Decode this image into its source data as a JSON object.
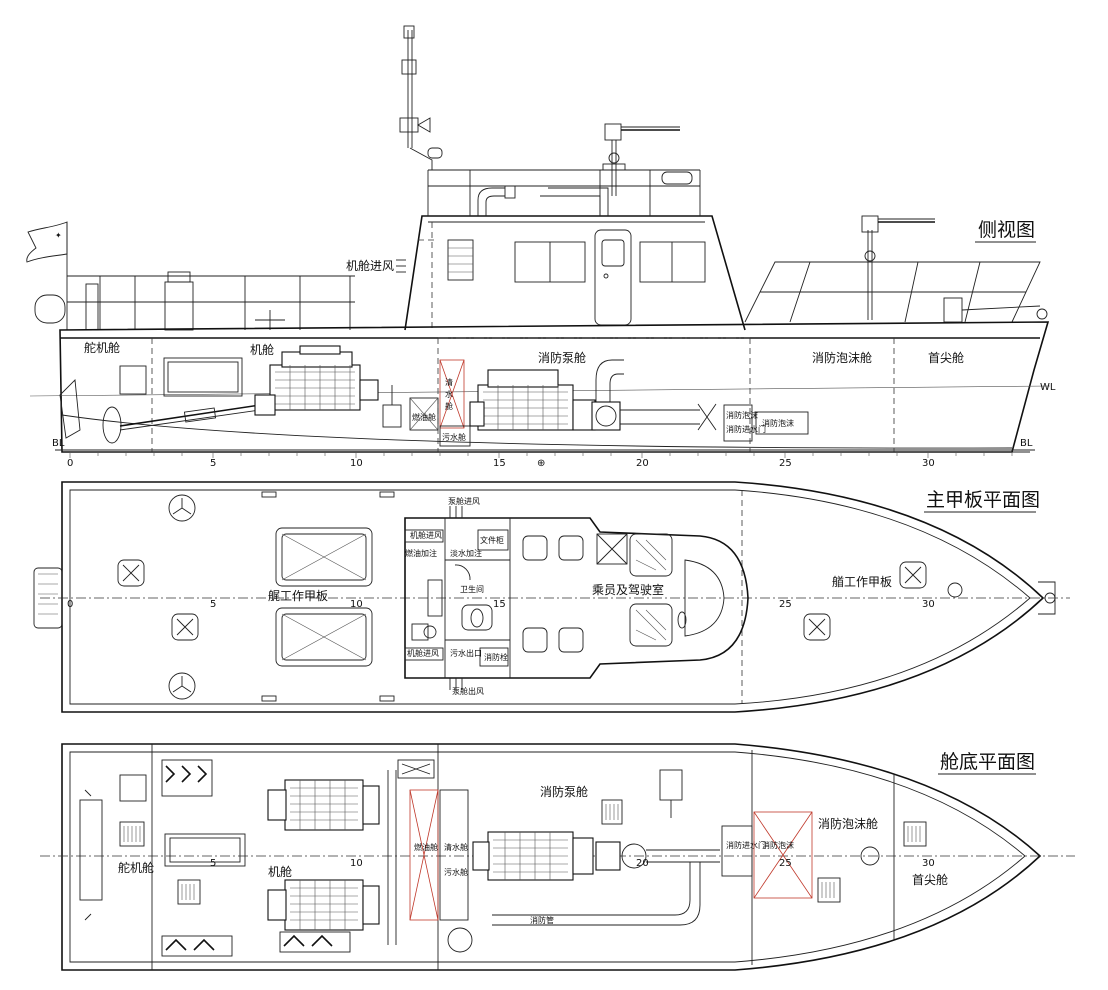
{
  "views": {
    "side": {
      "title": "侧视图"
    },
    "deck": {
      "title": "主甲板平面图"
    },
    "bottom": {
      "title": "舱底平面图"
    }
  },
  "side_labels": {
    "steering_room": "舵机舱",
    "engine_room": "机舱",
    "fire_pump_room": "消防泵舱",
    "foam_tank": "消防泡沫舱",
    "fore_peak": "首尖舱",
    "engine_intake": "机舱进风",
    "waterline": "WL",
    "baseline_aft": "BL",
    "baseline_fwd": "BL",
    "fuel_tank": "燃油舱",
    "sewage_tank": "污水舱",
    "clean_water_tank": "清水舱",
    "fire_foam_small": "消防泡沫",
    "fire_sea_inlet": "消防进水门"
  },
  "deck_labels": {
    "aft_deck": "艉工作甲板",
    "fwd_deck": "艏工作甲板",
    "cabin": "乘员及驾驶室",
    "toilet": "卫生间",
    "file_cabinet": "文件柜",
    "engine_intake": "机舱进风",
    "pump_intake": "泵舱进风",
    "pump_exhaust": "泵舱出风",
    "engine_intake_2": "机舱进风",
    "fuel_fill": "燃油加注",
    "fw_fill": "淡水加注",
    "sewage_out": "污水出口",
    "fire_hydrant": "消防栓"
  },
  "bottom_labels": {
    "steering_room": "舵机舱",
    "engine_room": "机舱",
    "fire_pump_room": "消防泵舱",
    "foam_tank": "消防泡沫舱",
    "fore_peak": "首尖舱",
    "fuel_tank": "燃油舱",
    "clean_water": "清水舱",
    "sewage": "污水舱",
    "fire_main": "消防管",
    "fire_foam": "消防泡沫",
    "fire_sea_inlet": "消防进水门"
  },
  "frame_ticks": [
    "0",
    "5",
    "10",
    "15",
    "20",
    "25",
    "30"
  ],
  "colors": {
    "line": "#111111",
    "centerline": "#333333",
    "accent": "#c0392b"
  }
}
